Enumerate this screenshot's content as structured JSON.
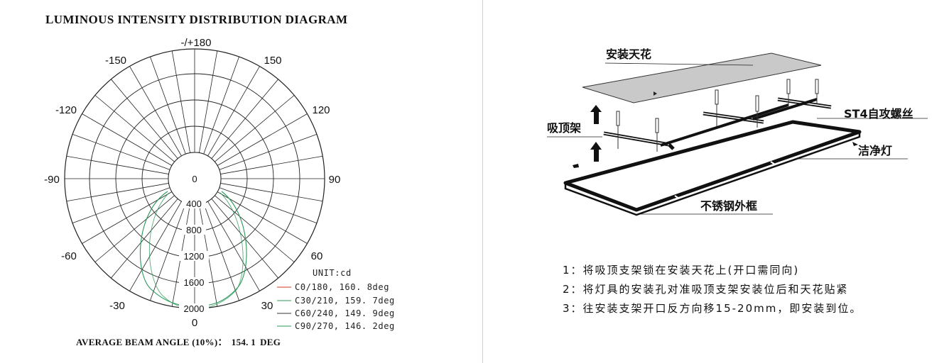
{
  "left_panel": {
    "title": "LUMINOUS  INTENSITY  DISTRIBUTION DIAGRAM",
    "angle_labels": {
      "top": "-/+180",
      "n150": "-150",
      "p150": "150",
      "n120": "-120",
      "p120": "120",
      "n90": "-90",
      "p90": "90",
      "n60": "-60",
      "p60": "60",
      "n30": "-30",
      "p30": "30",
      "bottom": "0"
    },
    "ring_labels": [
      "0",
      "400",
      "800",
      "1200",
      "1600",
      "2000"
    ],
    "unit": "UNIT:cd",
    "legend": [
      {
        "label": "C0/180, 160. 8deg",
        "color": "#d23a2a"
      },
      {
        "label": "C30/210, 159. 7deg",
        "color": "#2a9a5a"
      },
      {
        "label": "C60/240, 149. 9deg",
        "color": "#333333"
      },
      {
        "label": "C90/270, 146. 2deg",
        "color": "#2a9a5a"
      }
    ],
    "beam_angle": {
      "label": "AVERAGE  BEAM  ANGLE (10%)：",
      "value": "154. 1",
      "unit": "DEG"
    }
  },
  "right_panel": {
    "labels": {
      "ceiling": "安装天花",
      "bracket": "吸顶架",
      "screw": "ST4自攻螺丝",
      "lamp": "洁净灯",
      "frame": "不锈钢外框"
    },
    "instructions": [
      "1：将吸顶支架锁在安装天花上(开口需同向)",
      "2：将灯具的安装孔对准吸顶支架安装位后和天花贴紧",
      "3：往安装支架开口反方向移15-20mm，即安装到位。"
    ]
  }
}
